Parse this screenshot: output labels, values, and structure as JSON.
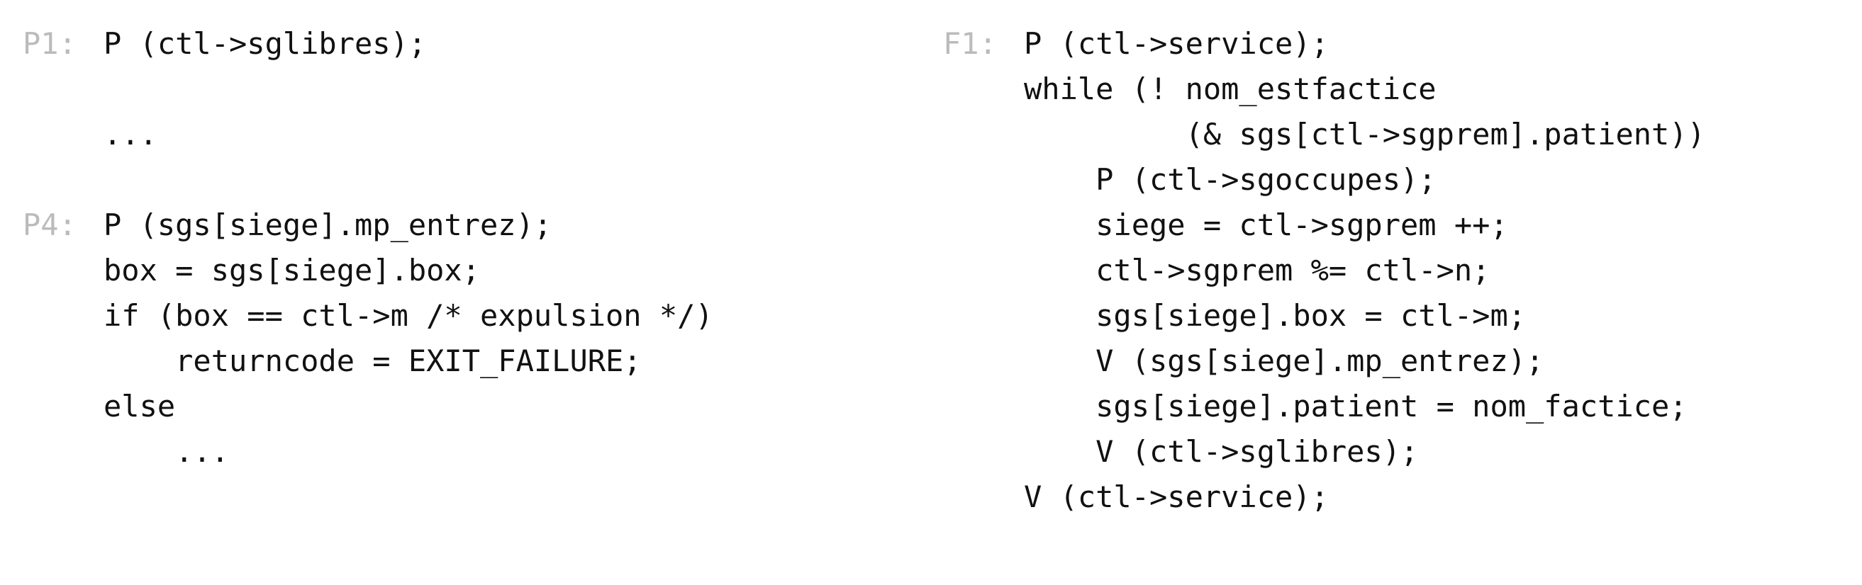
{
  "colors": {
    "label": "#bbbbbb",
    "code": "#111111",
    "background": "#ffffff"
  },
  "left": {
    "lines": [
      {
        "label": "P1:",
        "code": "P (ctl->sglibres);"
      },
      {
        "label": "",
        "code": ""
      },
      {
        "label": "",
        "code": "..."
      },
      {
        "label": "",
        "code": ""
      },
      {
        "label": "P4:",
        "code": "P (sgs[siege].mp_entrez);"
      },
      {
        "label": "",
        "code": "box = sgs[siege].box;"
      },
      {
        "label": "",
        "code": "if (box == ctl->m /* expulsion */)"
      },
      {
        "label": "",
        "code": "    returncode = EXIT_FAILURE;"
      },
      {
        "label": "",
        "code": "else"
      },
      {
        "label": "",
        "code": "    ..."
      }
    ]
  },
  "right": {
    "lines": [
      {
        "label": "F1:",
        "code": "P (ctl->service);"
      },
      {
        "label": "",
        "code": "while (! nom_estfactice"
      },
      {
        "label": "",
        "code": "         (& sgs[ctl->sgprem].patient))"
      },
      {
        "label": "",
        "code": "    P (ctl->sgoccupes);"
      },
      {
        "label": "",
        "code": "    siege = ctl->sgprem ++;"
      },
      {
        "label": "",
        "code": "    ctl->sgprem %= ctl->n;"
      },
      {
        "label": "",
        "code": "    sgs[siege].box = ctl->m;"
      },
      {
        "label": "",
        "code": "    V (sgs[siege].mp_entrez);"
      },
      {
        "label": "",
        "code": "    sgs[siege].patient = nom_factice;"
      },
      {
        "label": "",
        "code": "    V (ctl->sglibres);"
      },
      {
        "label": "",
        "code": "V (ctl->service);"
      }
    ]
  }
}
